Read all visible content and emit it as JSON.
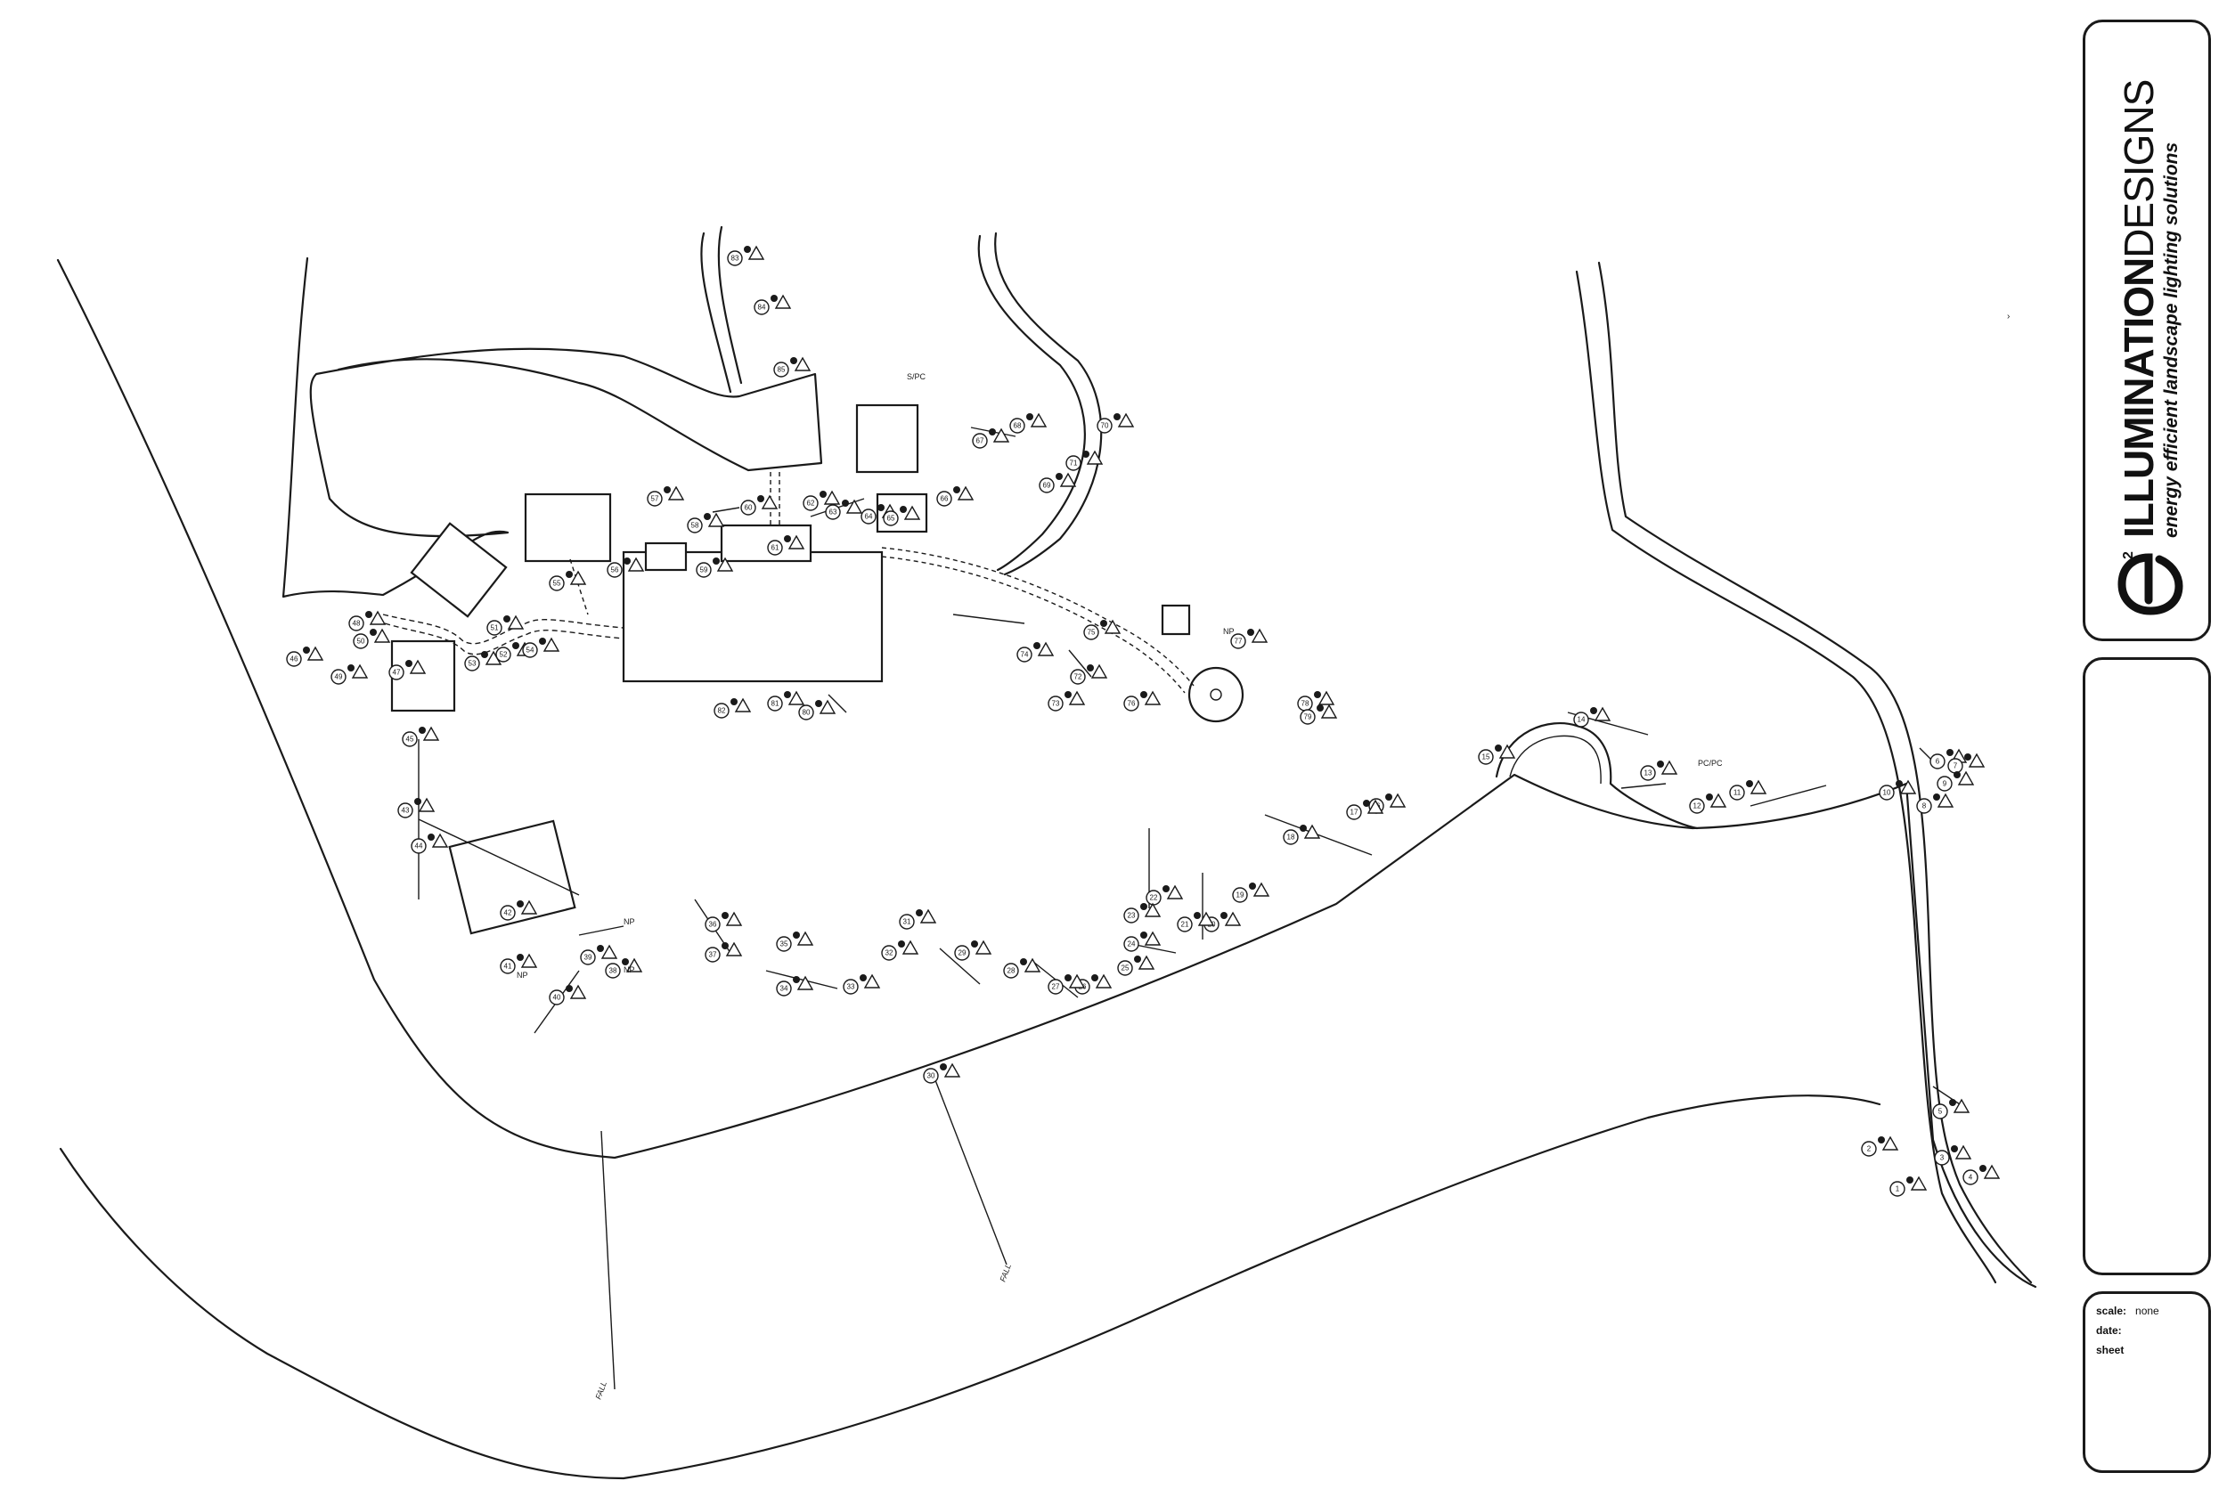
{
  "title_block": {
    "brand_bold": "ILLUMINATION",
    "brand_light": "DESIGNS",
    "tagline": "energy efficient landscape lighting solutions",
    "logo_icon": "e2-logo-icon",
    "scale_label": "scale:",
    "scale_value": "none",
    "date_label": "date:",
    "date_value": "",
    "sheet_label": "sheet",
    "sheet_value": ""
  },
  "plan": {
    "notes": {
      "switch_1": "S/PC",
      "switch_2": "PC/PC",
      "np_1": "NP",
      "np_2": "NP",
      "np_3": "NP",
      "np_4": "NP",
      "fall_1": "FALL",
      "fall_2": "FALL"
    },
    "fixtures": [
      {
        "num": "1"
      },
      {
        "num": "2"
      },
      {
        "num": "3"
      },
      {
        "num": "4"
      },
      {
        "num": "5"
      },
      {
        "num": "6"
      },
      {
        "num": "7"
      },
      {
        "num": "8"
      },
      {
        "num": "9"
      },
      {
        "num": "10"
      },
      {
        "num": "11"
      },
      {
        "num": "12"
      },
      {
        "num": "13"
      },
      {
        "num": "14"
      },
      {
        "num": "15"
      },
      {
        "num": "16"
      },
      {
        "num": "17"
      },
      {
        "num": "18"
      },
      {
        "num": "19"
      },
      {
        "num": "20"
      },
      {
        "num": "21"
      },
      {
        "num": "22"
      },
      {
        "num": "23"
      },
      {
        "num": "24"
      },
      {
        "num": "25"
      },
      {
        "num": "26"
      },
      {
        "num": "27"
      },
      {
        "num": "28"
      },
      {
        "num": "29"
      },
      {
        "num": "30"
      },
      {
        "num": "31"
      },
      {
        "num": "32"
      },
      {
        "num": "33"
      },
      {
        "num": "34"
      },
      {
        "num": "35"
      },
      {
        "num": "36"
      },
      {
        "num": "37"
      },
      {
        "num": "38"
      },
      {
        "num": "39"
      },
      {
        "num": "40"
      },
      {
        "num": "41"
      },
      {
        "num": "42"
      },
      {
        "num": "43"
      },
      {
        "num": "44"
      },
      {
        "num": "45"
      },
      {
        "num": "46"
      },
      {
        "num": "47"
      },
      {
        "num": "48"
      },
      {
        "num": "49"
      },
      {
        "num": "50"
      },
      {
        "num": "51"
      },
      {
        "num": "52"
      },
      {
        "num": "53"
      },
      {
        "num": "54"
      },
      {
        "num": "55"
      },
      {
        "num": "56"
      },
      {
        "num": "57"
      },
      {
        "num": "58"
      },
      {
        "num": "59"
      },
      {
        "num": "60"
      },
      {
        "num": "61"
      },
      {
        "num": "62"
      },
      {
        "num": "63"
      },
      {
        "num": "64"
      },
      {
        "num": "65"
      },
      {
        "num": "66"
      },
      {
        "num": "67"
      },
      {
        "num": "68"
      },
      {
        "num": "69"
      },
      {
        "num": "70"
      },
      {
        "num": "71"
      },
      {
        "num": "72"
      },
      {
        "num": "73"
      },
      {
        "num": "74"
      },
      {
        "num": "75"
      },
      {
        "num": "76"
      },
      {
        "num": "77"
      },
      {
        "num": "78"
      },
      {
        "num": "79"
      },
      {
        "num": "80"
      },
      {
        "num": "81"
      },
      {
        "num": "82"
      },
      {
        "num": "83"
      },
      {
        "num": "84"
      },
      {
        "num": "85"
      }
    ]
  }
}
